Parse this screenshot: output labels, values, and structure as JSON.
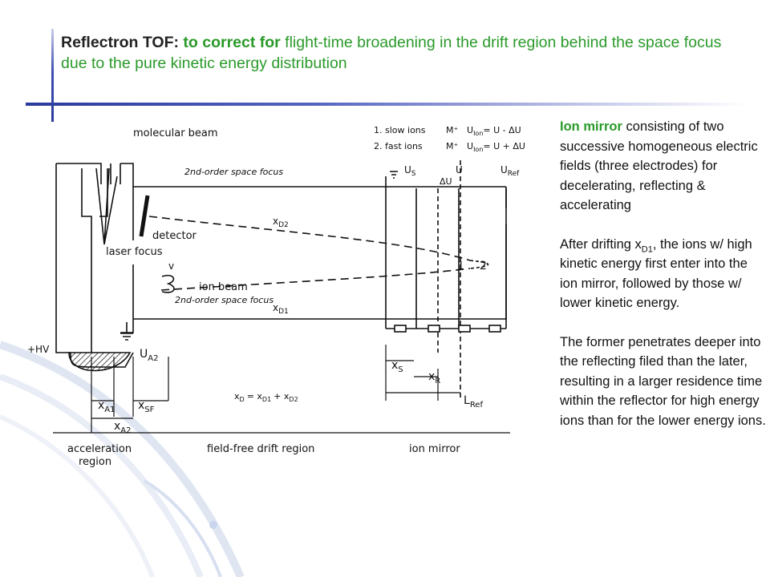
{
  "title": {
    "part1": "Reflectron TOF:",
    "part2": " to correct for",
    "part3": " flight-time broadening in the drift region behind the space focus due to the pure kinetic energy distribution"
  },
  "sidebar": {
    "p1_lead": "Ion mirror",
    "p1_rest": "  consisting of two successive homogeneous electric fields (three electrodes) for decelerating, reflecting & accelerating",
    "p2_a": "After drifting x",
    "p2_sub": "D1",
    "p2_b": ", the ions w/ high kinetic energy first enter into the ion mirror, followed by those w/ lower kinetic energy.",
    "p3": "The former penetrates deeper into the reflecting filed than the later, resulting in a larger residence time within the reflector for high energy ions than for the lower energy ions."
  },
  "figure": {
    "labels": {
      "molecular_beam": "molecular beam",
      "space_focus_2nd": "2nd-order space focus",
      "detector": "detector",
      "laser_focus": "laser focus",
      "ion_beam": "ion beam",
      "space_focus_2nd_b": "2nd-order space focus",
      "v": "v",
      "hv": "+HV",
      "u_a2": "U",
      "u_a2_sub": "A2",
      "x_d2": "x",
      "x_d2_sub": "D2",
      "x_d1": "x",
      "x_d1_sub": "D1",
      "x_a1": "x",
      "x_a1_sub": "A1",
      "x_sf": "x",
      "x_sf_sub": "SF",
      "x_a2": "x",
      "x_a2_sub": "A2",
      "x_d_eq": "x",
      "x_d_eq_sub": "D",
      "x_d_eq_rest": "= x",
      "x_d_eq_sub2": "D1",
      "x_d_eq_plus": "+ x",
      "x_d_eq_sub3": "D2",
      "x_s": "x",
      "x_s_sub": "S",
      "x_r": "x",
      "x_r_sub": "R",
      "l_ref": "L",
      "l_ref_sub": "Ref",
      "u_s": "U",
      "u_s_sub": "S",
      "u": "U",
      "u_ref": "U",
      "u_ref_sub": "Ref",
      "delta_u": "ΔU",
      "curve1": "1",
      "curve2": "2",
      "acceleration_region": "acceleration",
      "acceleration_region2": "region",
      "field_free": "field-free drift region",
      "ion_mirror": "ion mirror",
      "legend1_num": "1.",
      "legend1": "slow ions",
      "legend1_m": "M⁺",
      "legend1_u": "U",
      "legend1_u_sub": "Ion",
      "legend1_eq": "= U - ΔU",
      "legend2_num": "2.",
      "legend2": "fast ions",
      "legend2_m": "M⁺",
      "legend2_u": "U",
      "legend2_u_sub": "Ion",
      "legend2_eq": "= U + ΔU"
    }
  }
}
